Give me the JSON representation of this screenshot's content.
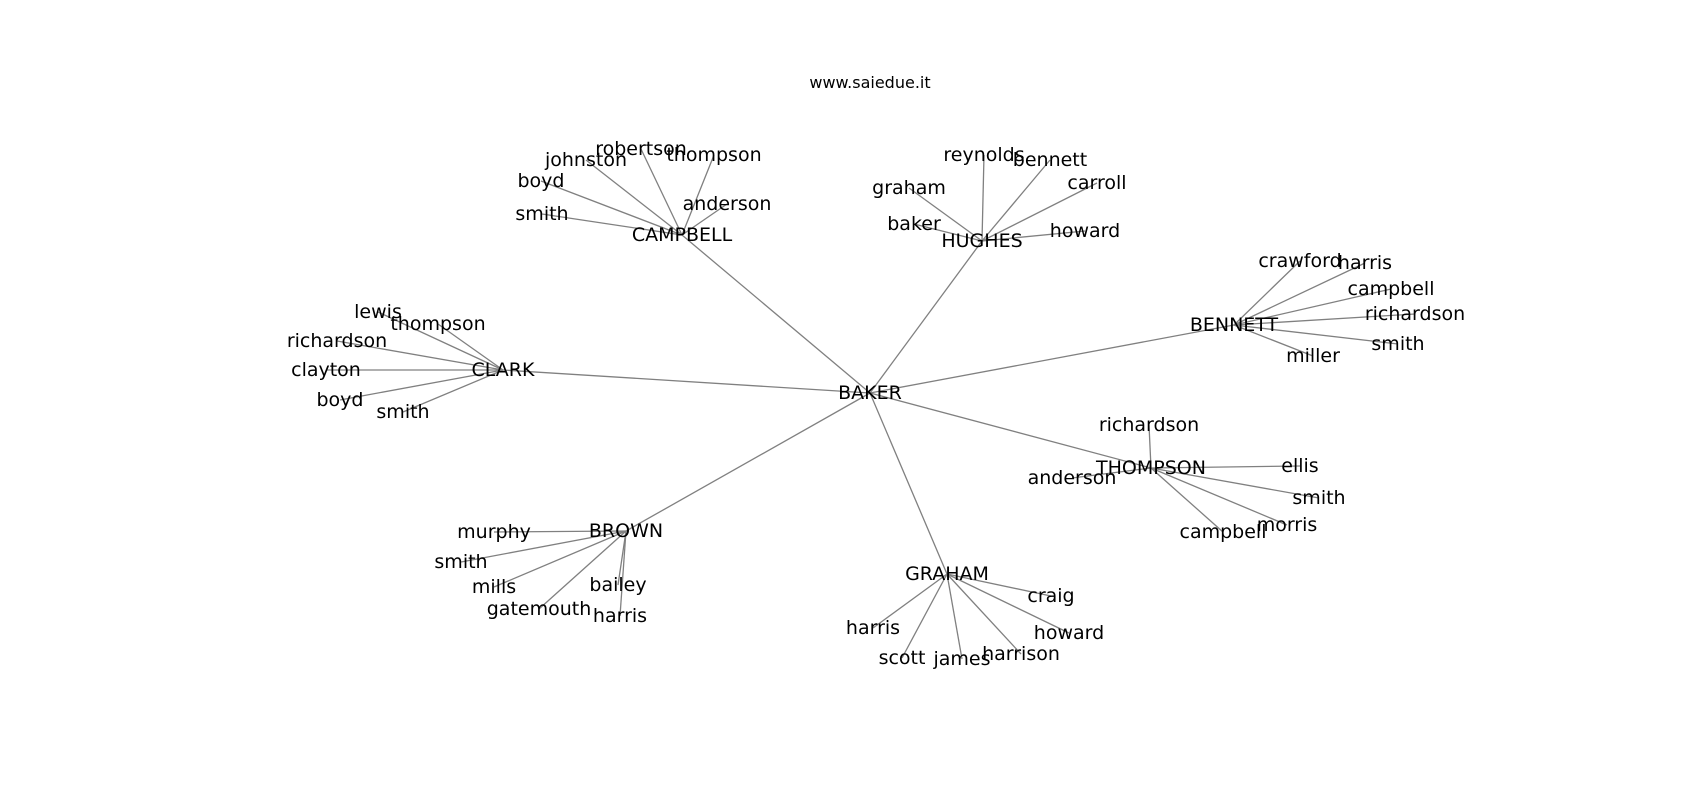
{
  "title": "www.saiedue.it",
  "graph": {
    "root": "BAKER",
    "groups": [
      {
        "name": "CAMPBELL",
        "children": [
          "smith",
          "boyd",
          "johnston",
          "robertson",
          "thompson",
          "anderson"
        ]
      },
      {
        "name": "HUGHES",
        "children": [
          "baker",
          "graham",
          "reynolds",
          "bennett",
          "carroll",
          "howard"
        ]
      },
      {
        "name": "BENNETT",
        "children": [
          "crawford",
          "harris",
          "campbell",
          "richardson",
          "smith",
          "miller"
        ]
      },
      {
        "name": "THOMPSON",
        "children": [
          "richardson",
          "anderson",
          "ellis",
          "smith",
          "morris",
          "campbell"
        ]
      },
      {
        "name": "GRAHAM",
        "children": [
          "craig",
          "howard",
          "harrison",
          "james",
          "scott",
          "harris"
        ]
      },
      {
        "name": "BROWN",
        "children": [
          "murphy",
          "smith",
          "mills",
          "gatemouth",
          "harris",
          "bailey"
        ]
      },
      {
        "name": "CLARK",
        "children": [
          "lewis",
          "thompson",
          "richardson",
          "clayton",
          "boyd",
          "smith"
        ]
      }
    ]
  }
}
